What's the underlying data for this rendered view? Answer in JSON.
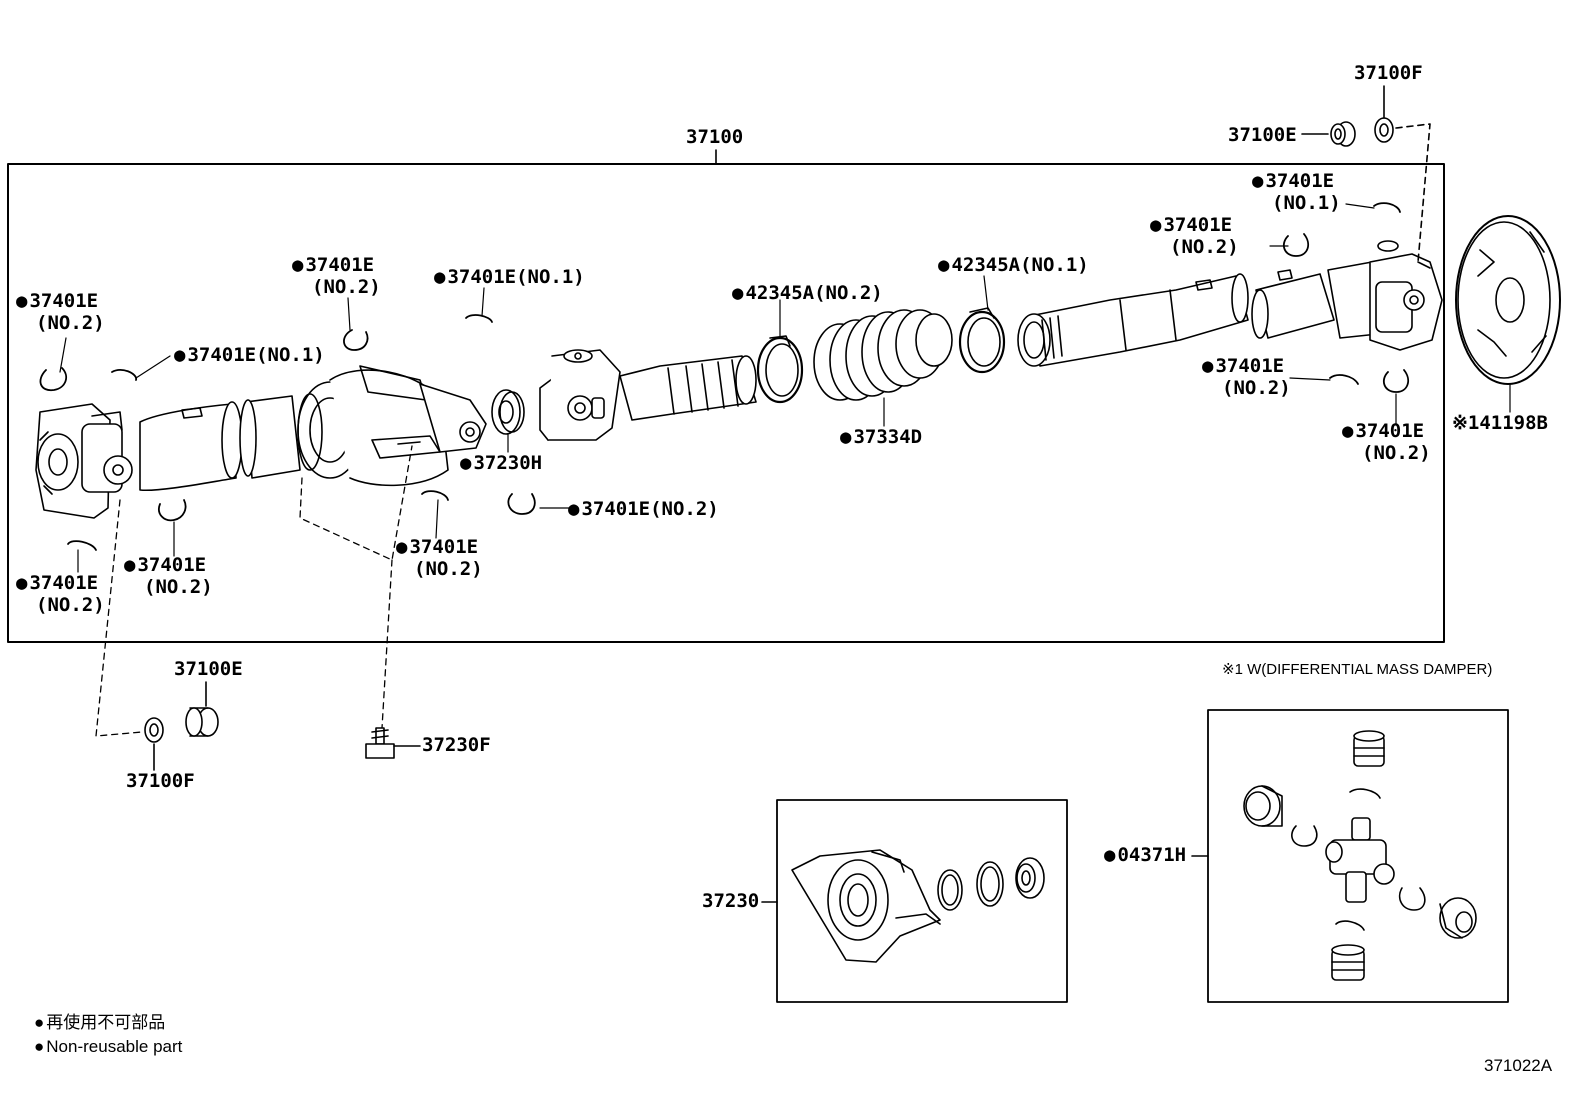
{
  "diagram": {
    "main_assembly_number": "37100",
    "top_right": {
      "washer": "37100F",
      "nut": "37100E"
    },
    "bottom_left": {
      "nut": "37100E",
      "washer": "37100F",
      "bolt": "37230F"
    },
    "parts": {
      "snap_ring_no2": "37401E",
      "snap_ring_no1": "37401E(NO.1)",
      "no2_suffix": "(NO.2)",
      "no1_suffix": "(NO.1)",
      "snap_ring_no2_inline": "37401E(NO.2)",
      "retainer_no2": "42345A(NO.2)",
      "retainer_no1": "42345A(NO.1)",
      "boot": "37334D",
      "bearing_seal": "37230H",
      "mass_damper": "※141198B",
      "center_bearing": "37230",
      "spider_kit": "04371H"
    },
    "damper_note": "※1 W(DIFFERENTIAL MASS DAMPER)",
    "legend": {
      "japanese": "再使用不可部品",
      "english": "Non-reusable part"
    },
    "figure_id": "371022A"
  }
}
